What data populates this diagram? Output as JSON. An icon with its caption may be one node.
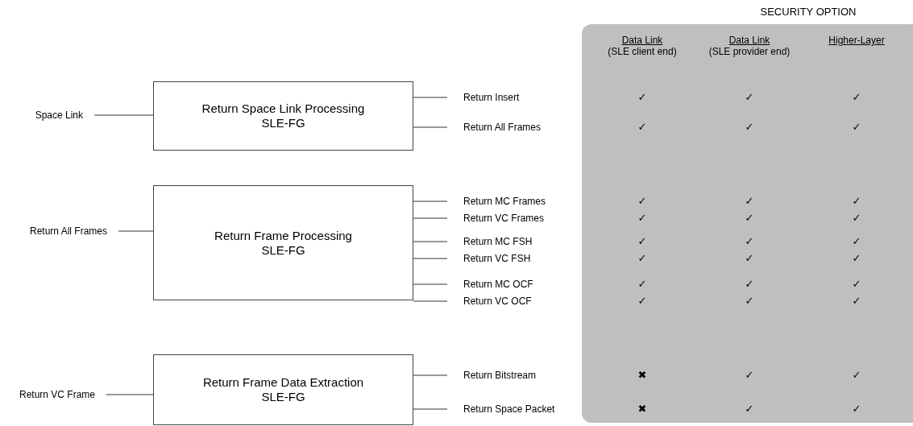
{
  "diagram": {
    "nodes": [
      {
        "text": [
          "Space Link"
        ]
      },
      {
        "text": [
          "Return Space Link Processing",
          "SLE-FG"
        ]
      },
      {
        "text": [
          "Return Insert"
        ]
      },
      {
        "text": [
          "Return All Frames"
        ]
      },
      {
        "text": [
          "Return All Frames"
        ]
      },
      {
        "text": [
          "Return Frame Processing",
          "SLE-FG"
        ]
      },
      {
        "text": [
          "Return MC Frames"
        ]
      },
      {
        "text": [
          "Return VC Frames"
        ]
      },
      {
        "text": [
          "Return MC FSH"
        ]
      },
      {
        "text": [
          "Return VC FSH"
        ]
      },
      {
        "text": [
          "Return MC OCF"
        ]
      },
      {
        "text": [
          "Return VC OCF"
        ]
      },
      {
        "text": [
          "Return VC Frame"
        ]
      },
      {
        "text": [
          "Return Frame Data Extraction",
          "SLE-FG"
        ]
      },
      {
        "text": [
          "Return Bitstream"
        ]
      },
      {
        "text": [
          "Return Space Packet"
        ]
      }
    ],
    "edges": [
      {
        "from": 0,
        "to": 1,
        "arrow": "none"
      },
      {
        "from": 1,
        "to": 2,
        "arrow": "none"
      },
      {
        "from": 1,
        "to": 3,
        "arrow": "none"
      },
      {
        "from": 4,
        "to": 5,
        "arrow": "none"
      },
      {
        "from": 5,
        "to": 6,
        "arrow": "none"
      },
      {
        "from": 5,
        "to": 7,
        "arrow": "none"
      },
      {
        "from": 5,
        "to": 8,
        "arrow": "none"
      },
      {
        "from": 5,
        "to": 9,
        "arrow": "none"
      },
      {
        "from": 5,
        "to": 10,
        "arrow": "none"
      },
      {
        "from": 5,
        "to": 11,
        "arrow": "none"
      },
      {
        "from": 12,
        "to": 13,
        "arrow": "none"
      },
      {
        "from": 13,
        "to": 14,
        "arrow": "none"
      },
      {
        "from": 13,
        "to": 15,
        "arrow": "none"
      }
    ],
    "labels": [
      "SECURITY OPTION",
      "Data Link",
      "(SLE client end)",
      "Data Link",
      "(SLE provider end)",
      "Higher-Layer",
      "✓",
      "✓",
      "✓",
      "✓",
      "✓",
      "✓",
      "✓",
      "✓",
      "✓",
      "✓",
      "✓",
      "✓",
      "✓",
      "✓",
      "✓",
      "✓",
      "✓",
      "✓",
      "✓",
      "✓",
      "✓",
      "✓",
      "✓",
      "✓",
      "✖",
      "✓",
      "✓",
      "✖",
      "✓",
      "✓"
    ]
  }
}
